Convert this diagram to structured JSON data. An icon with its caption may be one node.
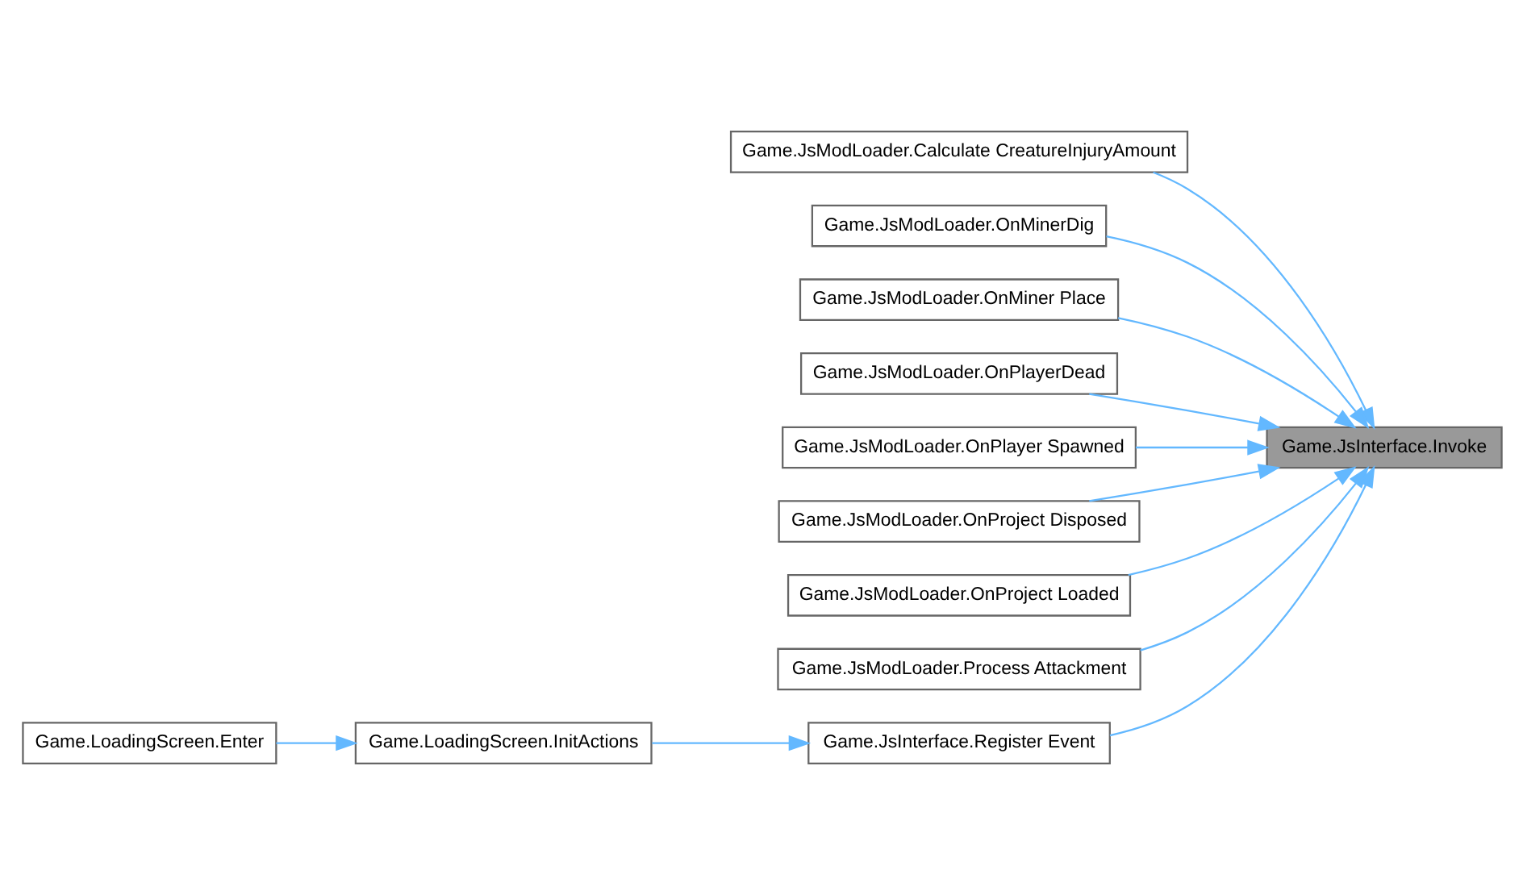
{
  "diagram": {
    "nodes": [
      {
        "text": [
          "Game.JsInterface.Invoke"
        ]
      },
      {
        "text": [
          "Game.JsModLoader.Calculate CreatureInjuryAmount"
        ]
      },
      {
        "text": [
          "Game.JsModLoader.OnMinerDig"
        ]
      },
      {
        "text": [
          "Game.JsModLoader.OnMiner Place"
        ]
      },
      {
        "text": [
          "Game.JsModLoader.OnPlayerDead"
        ]
      },
      {
        "text": [
          "Game.JsModLoader.OnPlayer Spawned"
        ]
      },
      {
        "text": [
          "Game.JsModLoader.OnProject Disposed"
        ]
      },
      {
        "text": [
          "Game.JsModLoader.OnProject Loaded"
        ]
      },
      {
        "text": [
          "Game.JsModLoader.Process Attackment"
        ]
      },
      {
        "text": [
          "Game.JsInterface.Register Event"
        ]
      },
      {
        "text": [
          "Game.LoadingScreen.InitActions"
        ]
      },
      {
        "text": [
          "Game.LoadingScreen.Enter"
        ]
      }
    ],
    "edges": [
      {
        "from": 1,
        "to": 0,
        "arrow": "to"
      },
      {
        "from": 2,
        "to": 0,
        "arrow": "to"
      },
      {
        "from": 3,
        "to": 0,
        "arrow": "to"
      },
      {
        "from": 4,
        "to": 0,
        "arrow": "to"
      },
      {
        "from": 5,
        "to": 0,
        "arrow": "to"
      },
      {
        "from": 6,
        "to": 0,
        "arrow": "to"
      },
      {
        "from": 7,
        "to": 0,
        "arrow": "to"
      },
      {
        "from": 8,
        "to": 0,
        "arrow": "to"
      },
      {
        "from": 9,
        "to": 0,
        "arrow": "to"
      },
      {
        "from": 10,
        "to": 9,
        "arrow": "to"
      },
      {
        "from": 11,
        "to": 10,
        "arrow": "to"
      }
    ]
  }
}
